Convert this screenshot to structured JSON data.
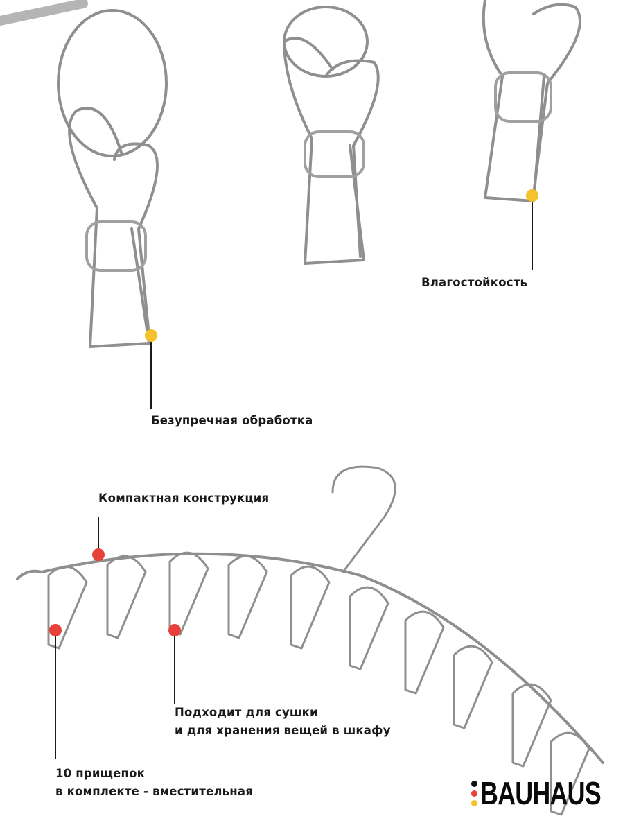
{
  "callouts": {
    "moisture": "Влагостойкость",
    "finish": "Безупречная обработка",
    "compact": "Компактная конструкция",
    "usage_line1": "Подходит для сушки",
    "usage_line2": "и для хранения вещей в шкафу",
    "count_line1": "10 прищепок",
    "count_line2": "в комплекте - вместительная"
  },
  "logo": {
    "text": "BAUHAUS",
    "dot_colors": [
      "#111111",
      "#e8403a",
      "#f5c22b"
    ]
  },
  "colors": {
    "yellow_marker": "#f5c22b",
    "red_marker": "#e8403a",
    "line": "#1a1a1a",
    "metal": "#9a9a9a"
  }
}
